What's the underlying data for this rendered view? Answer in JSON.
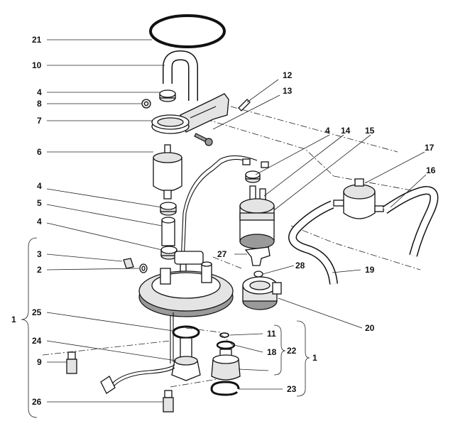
{
  "callouts": [
    "21",
    "10",
    "4",
    "8",
    "7",
    "12",
    "13",
    "6",
    "4",
    "14",
    "15",
    "17",
    "16",
    "4",
    "5",
    "4",
    "3",
    "2",
    "27",
    "28",
    "19",
    "1",
    "25",
    "20",
    "11",
    "18",
    "22",
    "1",
    "24",
    "9",
    "23",
    "26"
  ]
}
